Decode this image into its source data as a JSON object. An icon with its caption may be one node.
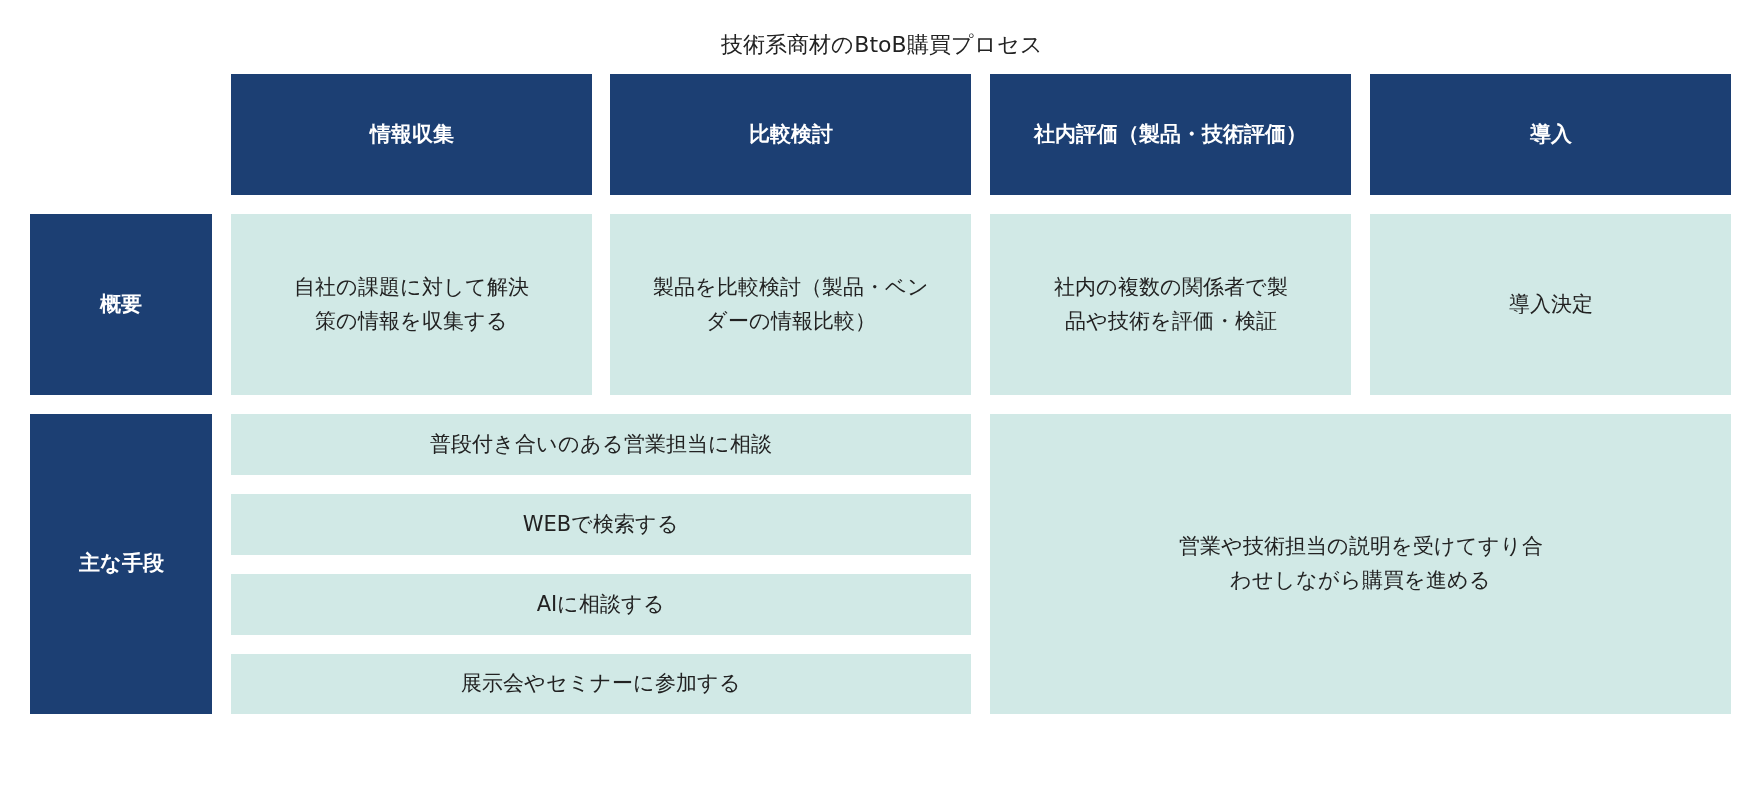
{
  "diagram": {
    "title": "技術系商材のBtoB購買プロセス",
    "nodes": [
      {
        "text": [
          "情報収集"
        ]
      },
      {
        "text": [
          "比較検討"
        ]
      },
      {
        "text": [
          "社内評価（製品・技術評価）"
        ]
      },
      {
        "text": [
          "導入"
        ]
      },
      {
        "text": [
          "概要"
        ]
      },
      {
        "text": [
          "自社の課題に対して解決策の情報を収集する"
        ]
      },
      {
        "text": [
          "製品を比較検討（製品・ベンダーの情報比較）"
        ]
      },
      {
        "text": [
          "社内の複数の関係者で製品や技術を評価・検証"
        ]
      },
      {
        "text": [
          "導入決定"
        ]
      },
      {
        "text": [
          "主な手段"
        ]
      },
      {
        "text": [
          "普段付き合いのある営業担当に相談"
        ]
      },
      {
        "text": [
          "WEBで検索する"
        ]
      },
      {
        "text": [
          "AIに相談する"
        ]
      },
      {
        "text": [
          "展示会やセミナーに参加する"
        ]
      },
      {
        "text": [
          "営業や技術担当の説明を受けてすり合わせしながら購買を進める"
        ]
      }
    ]
  }
}
